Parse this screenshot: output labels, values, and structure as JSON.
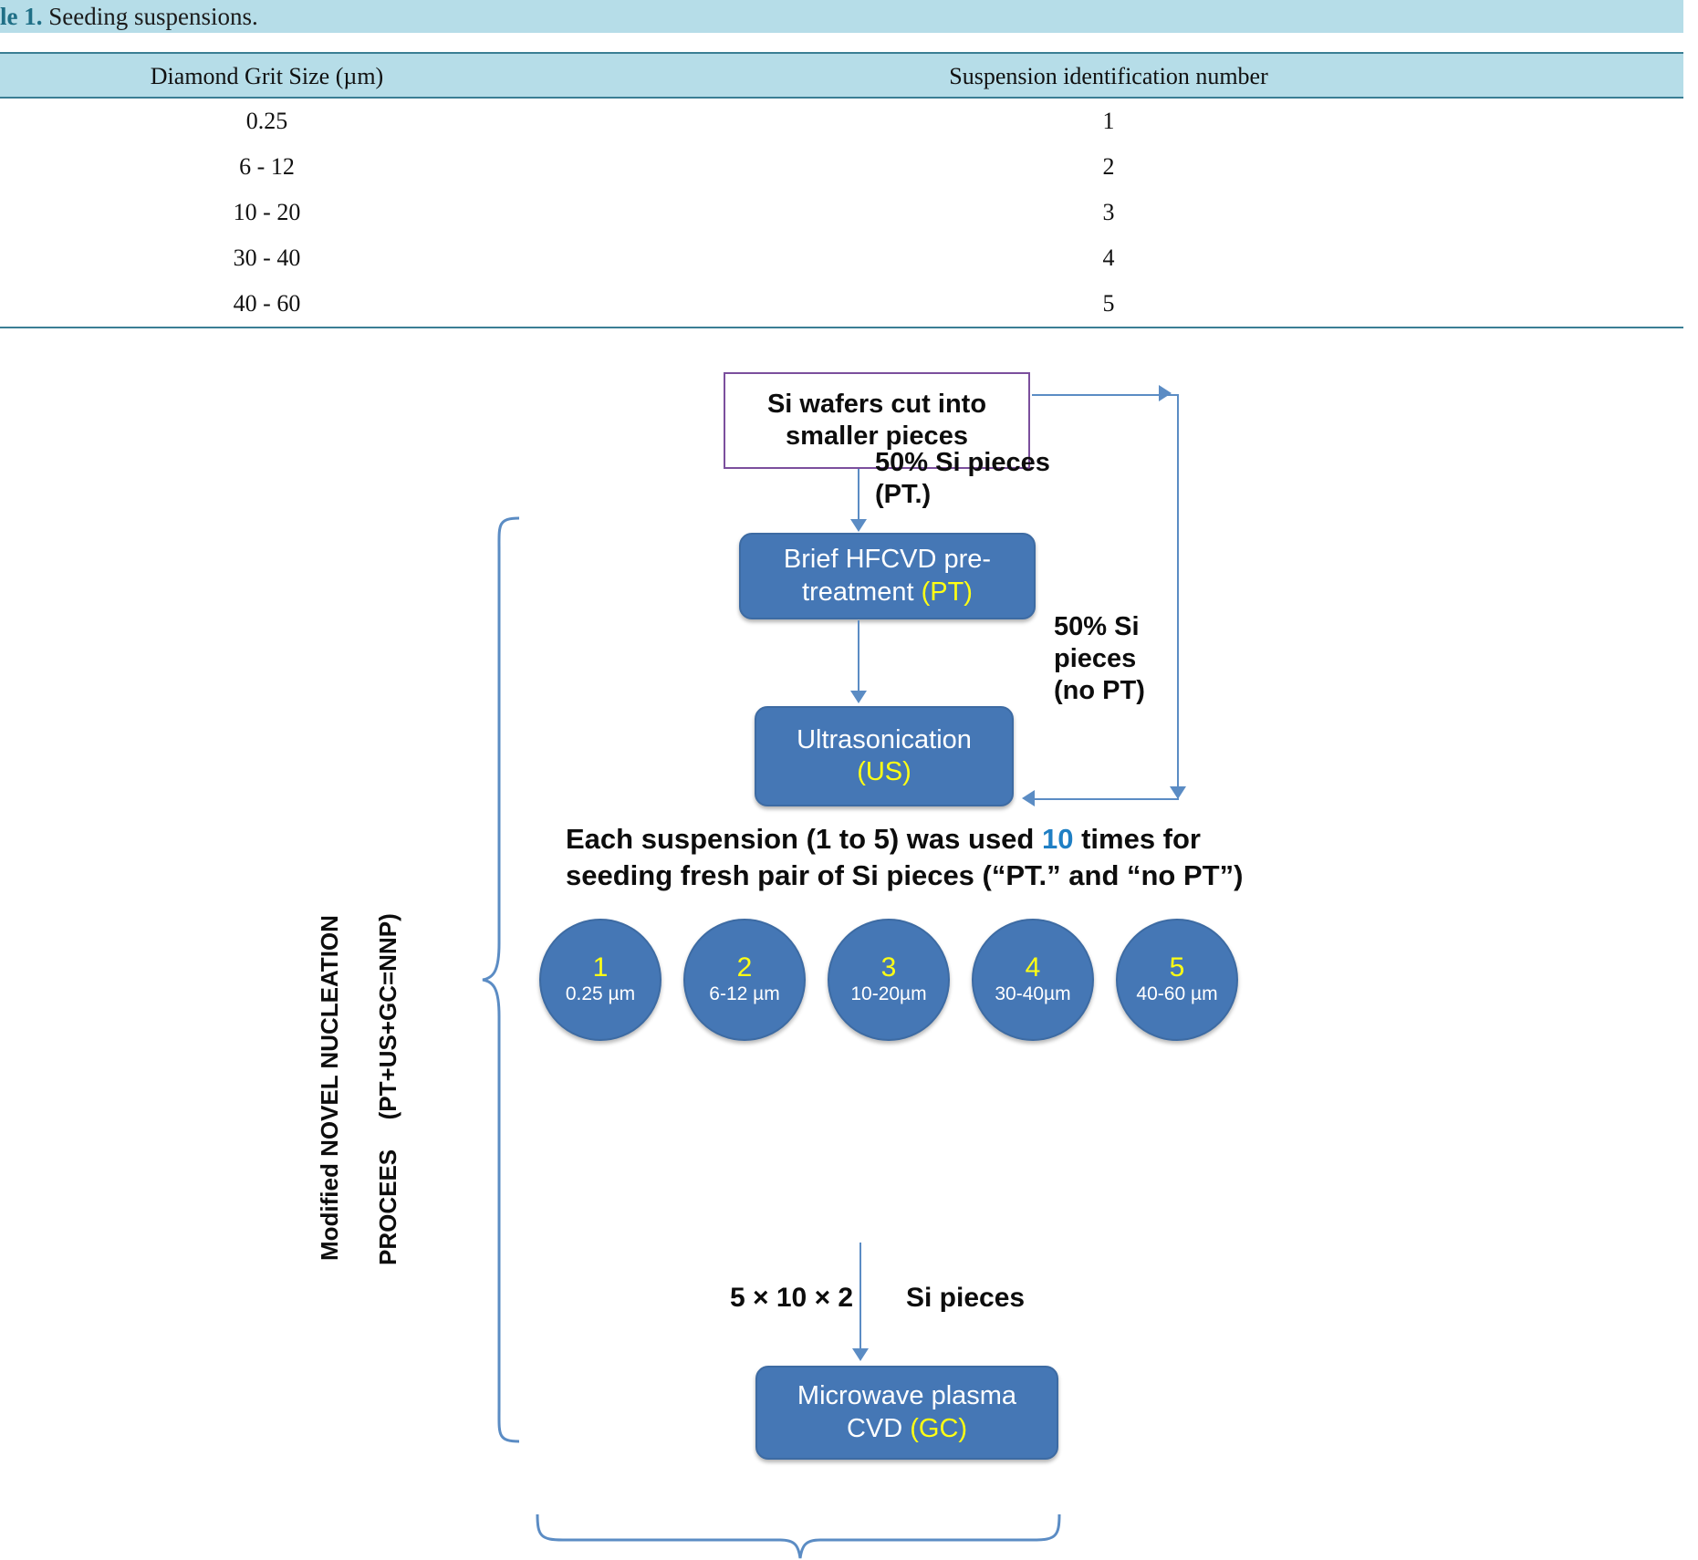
{
  "table": {
    "caption_label": "le 1.",
    "caption_text": " Seeding suspensions.",
    "columns": [
      "Diamond Grit Size (µm)",
      "Suspension identification number"
    ],
    "rows": [
      {
        "grit": "0.25",
        "id": "1"
      },
      {
        "grit": "6 - 12",
        "id": "2"
      },
      {
        "grit": "10 - 20",
        "id": "3"
      },
      {
        "grit": "30 - 40",
        "id": "4"
      },
      {
        "grit": "40 - 60",
        "id": "5"
      }
    ]
  },
  "flowchart": {
    "nodes": {
      "wafers": "Si wafers cut into smaller pieces",
      "pretreat_main": "Brief HFCVD pre-treatment ",
      "pretreat_tag": "(PT)",
      "ultra_main": "Ultrasonication",
      "ultra_tag": "(US)",
      "mpcvd_main": "Microwave plasma CVD ",
      "mpcvd_tag": "(GC)"
    },
    "edge_labels": {
      "pt_branch": "50% Si pieces (PT.)",
      "no_pt_branch": "50% Si pieces (no PT)",
      "count": "5 × 10 × 2",
      "si_pieces": "Si pieces"
    },
    "description": {
      "part1": "Each suspension (1 to 5) was used ",
      "highlight": "10",
      "part2": " times for seeding fresh pair of Si pieces (“PT.” and “no PT”)"
    },
    "suspensions": [
      {
        "num": "1",
        "size": "0.25 µm"
      },
      {
        "num": "2",
        "size": "6-12 µm"
      },
      {
        "num": "3",
        "size": "10-20µm"
      },
      {
        "num": "4",
        "size": "30-40µm"
      },
      {
        "num": "5",
        "size": "40-60 µm"
      }
    ],
    "side_label_line1": "Modified NOVEL NUCLEATION",
    "side_label_line2": "PROCEES",
    "side_label_line3": "(PT+US+GC=NNP)"
  },
  "colors": {
    "table_band": "#b6dde8",
    "table_rule": "#3a7e94",
    "caption_accent": "#1f6f86",
    "node_blue": "#4577b5",
    "node_outline": "#3d6ba3",
    "arrow_blue": "#5b8cc4",
    "tag_yellow": "#ffff14",
    "highlight_blue": "#1f7fc4",
    "wafer_box_outline": "#7b4f9d"
  }
}
